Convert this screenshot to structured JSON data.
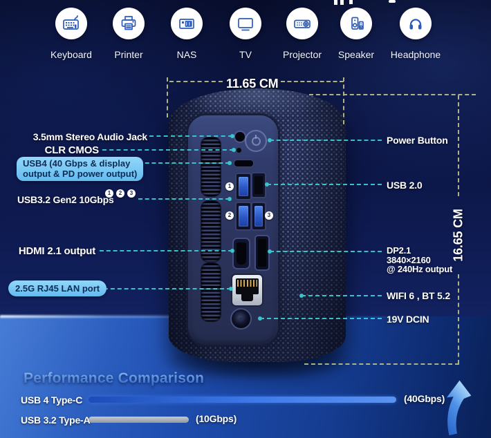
{
  "peripherals": {
    "items": [
      {
        "label": "Keyboard"
      },
      {
        "label": "Printer"
      },
      {
        "label": "NAS"
      },
      {
        "label": "TV"
      },
      {
        "label": "Projector"
      },
      {
        "label": "Speaker"
      },
      {
        "label": "Headphone"
      }
    ]
  },
  "dimensions": {
    "width": "11.65 CM",
    "height": "16.65 CM"
  },
  "labels_left": {
    "audio_jack": "3.5mm Stereo Audio Jack",
    "clr_cmos": "CLR CMOS",
    "usb4_line1": "USB4 (40 Gbps & display",
    "usb4_line2": "output & PD power output)",
    "usb32": "USB3.2 Gen2 10Gbps",
    "hdmi": "HDMI 2.1 output",
    "lan": "2.5G RJ45 LAN port"
  },
  "labels_right": {
    "power": "Power Button",
    "usb20": "USB 2.0",
    "dp_line1": "DP2.1",
    "dp_line2": "3840×2160",
    "dp_line3": "@ 240Hz output",
    "wifi": "WIFI 6 , BT 5.2",
    "dcin": "19V DCIN"
  },
  "badges": {
    "b1": "1",
    "b2": "2",
    "b3": "3"
  },
  "performance": {
    "title": "Performance Comparison",
    "row1_label": "USB 4 Type-C",
    "row1_value": "(40Gbps)",
    "row2_label": "USB 3.2 Type-A",
    "row2_value": "(10Gbps)"
  },
  "chart_data": {
    "type": "bar",
    "orientation": "horizontal",
    "title": "Performance Comparison",
    "categories": [
      "USB 4 Type-C",
      "USB 3.2 Type-A"
    ],
    "values": [
      40,
      10
    ],
    "unit": "Gbps",
    "value_labels": [
      "(40Gbps)",
      "(10Gbps)"
    ],
    "bar_colors": [
      "#2f6be0",
      "#9aa0a8"
    ],
    "xlim": [
      0,
      40
    ]
  },
  "colors": {
    "connector_dash": "#3bd0d6",
    "dimension_dash": "#b6bc86",
    "highlight_pill": "#7ccaf4",
    "bar_blue": "#2f6be0",
    "bar_gray": "#9aa0a8",
    "icon_blue": "#2b5bbc"
  }
}
